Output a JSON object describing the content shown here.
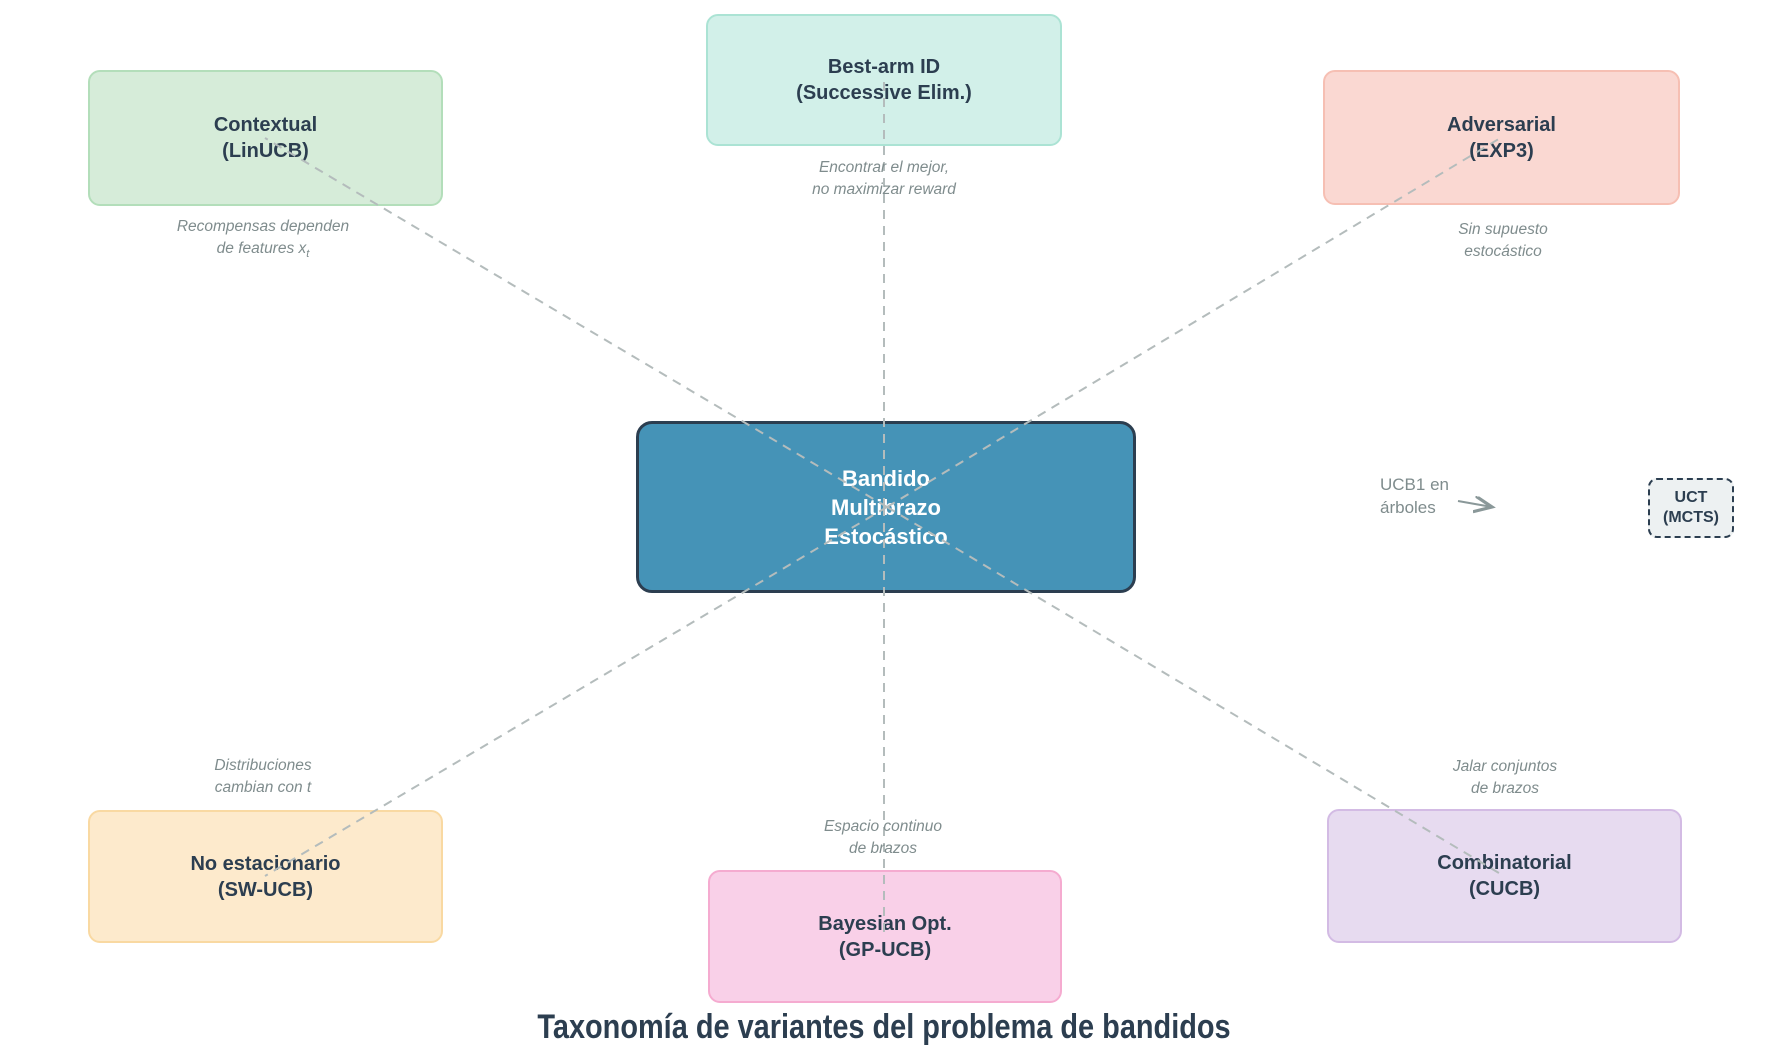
{
  "title": "Taxonomía de variantes del problema de bandidos",
  "center_node": {
    "lines": [
      "Bandido",
      "Multibrazo",
      "Estocástico"
    ],
    "fill": "#4593b7",
    "border": "#2c3e50",
    "text_color": "#ffffff"
  },
  "nodes": [
    {
      "name": "contextual",
      "lines": [
        "Contextual",
        "(LinUCB)"
      ],
      "fill": "#d6ecd9",
      "border": "#b3deba",
      "note": [
        "Recompensas dependen",
        "de features x"
      ],
      "note_sub": "t"
    },
    {
      "name": "best-arm-id",
      "lines": [
        "Best-arm ID",
        "(Successive Elim.)"
      ],
      "fill": "#d2f0e9",
      "border": "#abe3d4",
      "note": [
        "Encontrar el mejor,",
        "no maximizar reward"
      ]
    },
    {
      "name": "adversarial",
      "lines": [
        "Adversarial",
        "(EXP3)"
      ],
      "fill": "#fad8d2",
      "border": "#f6bfb3",
      "note": [
        "Sin supuesto",
        "estocástico"
      ]
    },
    {
      "name": "no-estacionario",
      "lines": [
        "No estacionario",
        "(SW-UCB)"
      ],
      "fill": "#fdeacc",
      "border": "#f9d9a2",
      "note": [
        "Distribuciones",
        "cambian con t"
      ]
    },
    {
      "name": "bayesian-opt",
      "lines": [
        "Bayesian Opt.",
        "(GP-UCB)"
      ],
      "fill": "#f9d0e8",
      "border": "#f5abd0",
      "note": [
        "Espacio continuo",
        "de brazos"
      ]
    },
    {
      "name": "combinatorial",
      "lines": [
        "Combinatorial",
        "(CUCB)"
      ],
      "fill": "#e7dbf0",
      "border": "#d3bbe4",
      "note": [
        "Jalar conjuntos",
        "de brazos"
      ]
    }
  ],
  "uct_node": {
    "lines": [
      "UCT",
      "(MCTS)"
    ],
    "fill": "#edf1f2",
    "border": "#2c3e50"
  },
  "uct_arrow_label": {
    "lines": [
      "UCB1 en",
      "árboles"
    ]
  },
  "colors": {
    "connector": "#b4bcbc",
    "annotation": "#7f8c8d",
    "node_text": "#2c3e50",
    "title": "#2c3e50",
    "arrow": "#8a9899"
  }
}
